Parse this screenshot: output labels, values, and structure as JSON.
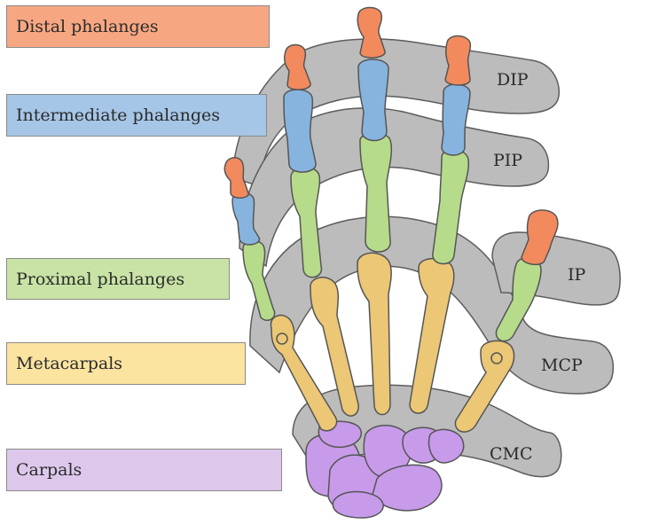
{
  "bone_labels": {
    "distal": "Distal phalanges",
    "intermediate": "Intermediate phalanges",
    "proximal": "Proximal phalanges",
    "metacarpals": "Metacarpals",
    "carpals": "Carpals"
  },
  "joint_labels": {
    "dip": "DIP",
    "pip": "PIP",
    "ip": "IP",
    "mcp": "MCP",
    "cmc": "CMC"
  },
  "colors": {
    "distal": "#f6a782",
    "distal_fill": "#f28a5e",
    "intermediate": "#a5c6e6",
    "intermediate_fill": "#87b4df",
    "proximal": "#c8e3a5",
    "proximal_fill": "#b6db8a",
    "metacarpals": "#fbe3a0",
    "metacarpals_fill": "#ebc776",
    "carpals": "#ddc8ec",
    "carpals_fill": "#c79bea",
    "joint_band": "#9a9a9a"
  }
}
